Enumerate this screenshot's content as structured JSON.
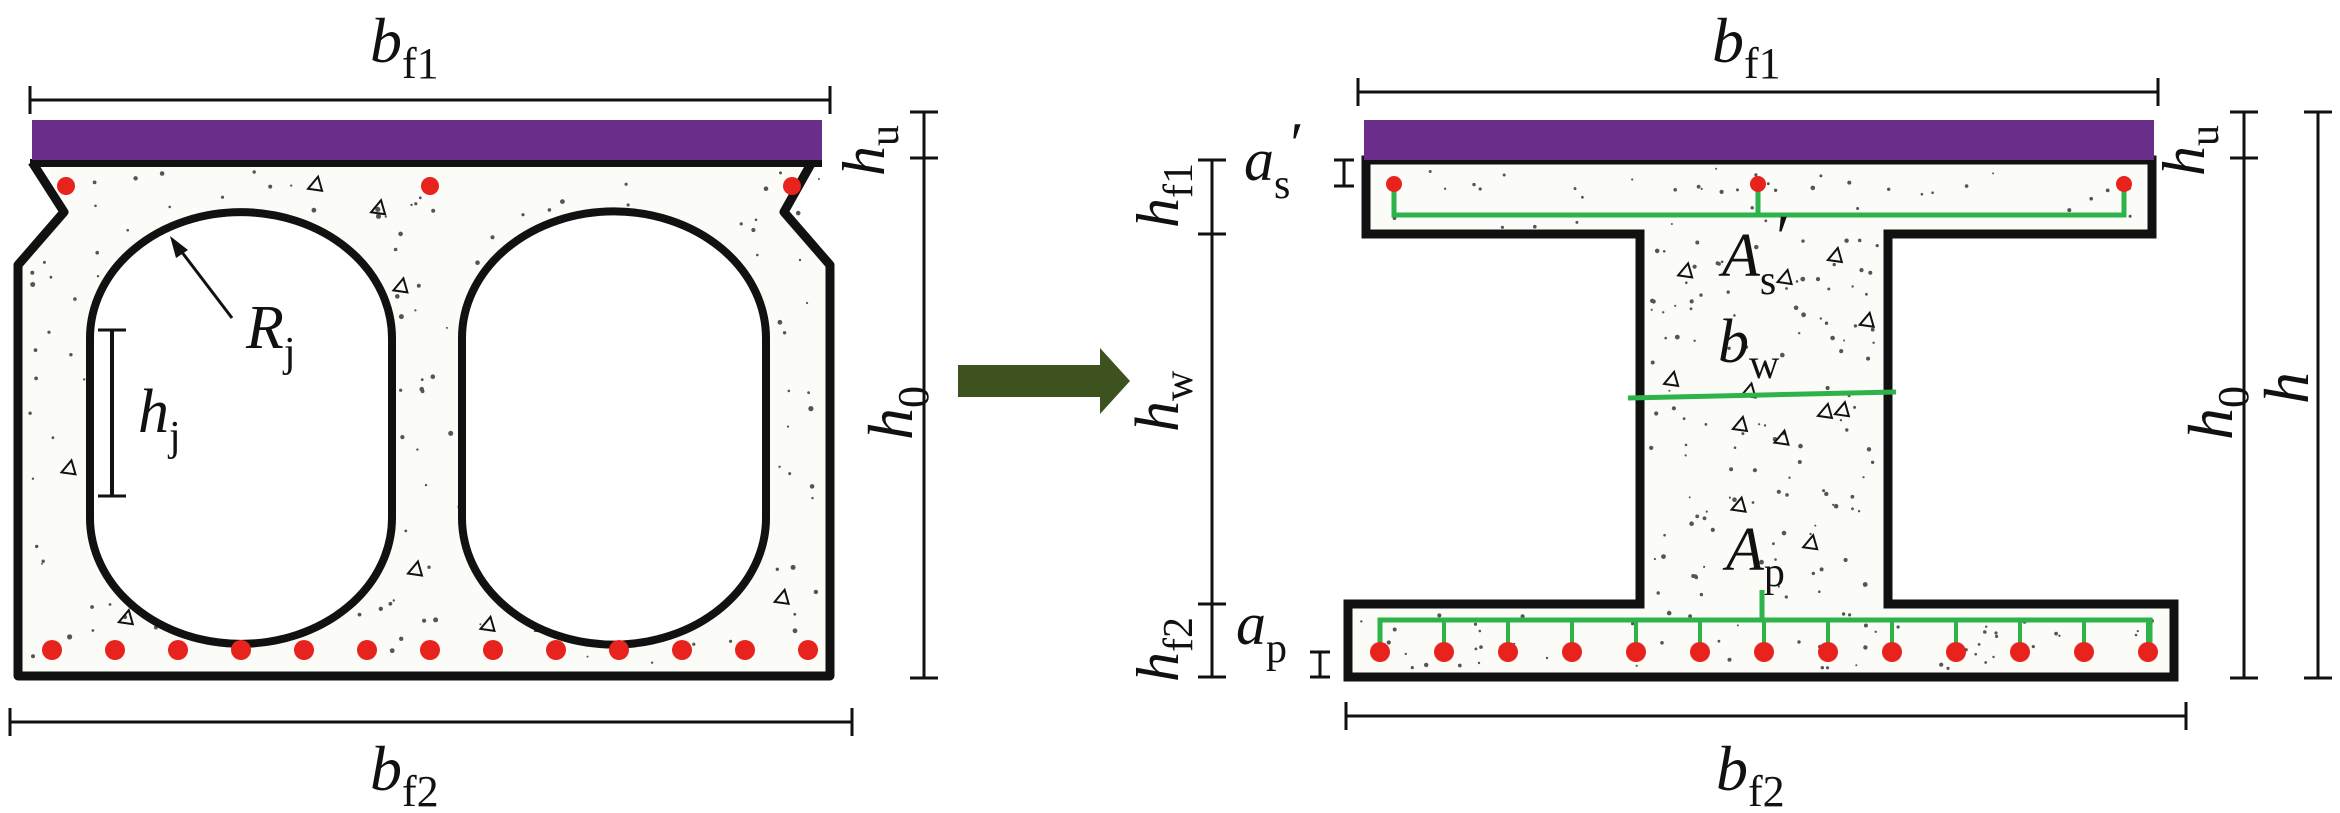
{
  "diagram": {
    "colors": {
      "outline": "#111111",
      "concrete_dot": "#555555",
      "rebar": "#e8221c",
      "steel_plate": "#6b2d8a",
      "stirrup": "#2db34a",
      "arrow": "#3e5220"
    },
    "left_section": {
      "labels": {
        "bf1": {
          "main": "b",
          "sub": "f1"
        },
        "bf2": {
          "main": "b",
          "sub": "f2"
        },
        "hu": {
          "main": "h",
          "sub": "u"
        },
        "h0": {
          "main": "h",
          "sub": "0"
        },
        "Rj": {
          "main": "R",
          "sub": "j"
        },
        "hj": {
          "main": "h",
          "sub": "j"
        }
      }
    },
    "right_section": {
      "labels": {
        "bf1": {
          "main": "b",
          "sub": "f1"
        },
        "bf2": {
          "main": "b",
          "sub": "f2"
        },
        "hu": {
          "main": "h",
          "sub": "u"
        },
        "h0": {
          "main": "h",
          "sub": "0"
        },
        "h": {
          "main": "h",
          "sub": ""
        },
        "hf1": {
          "main": "h",
          "sub": "f1"
        },
        "hw": {
          "main": "h",
          "sub": "w"
        },
        "hf2": {
          "main": "h",
          "sub": "f2"
        },
        "as_prime": {
          "main": "a",
          "sub": "s",
          "prime": "′"
        },
        "As_prime": {
          "main": "A",
          "sub": "s",
          "prime": "′"
        },
        "bw": {
          "main": "b",
          "sub": "w"
        },
        "Ap": {
          "main": "A",
          "sub": "p"
        },
        "ap": {
          "main": "a",
          "sub": "p"
        }
      }
    }
  }
}
